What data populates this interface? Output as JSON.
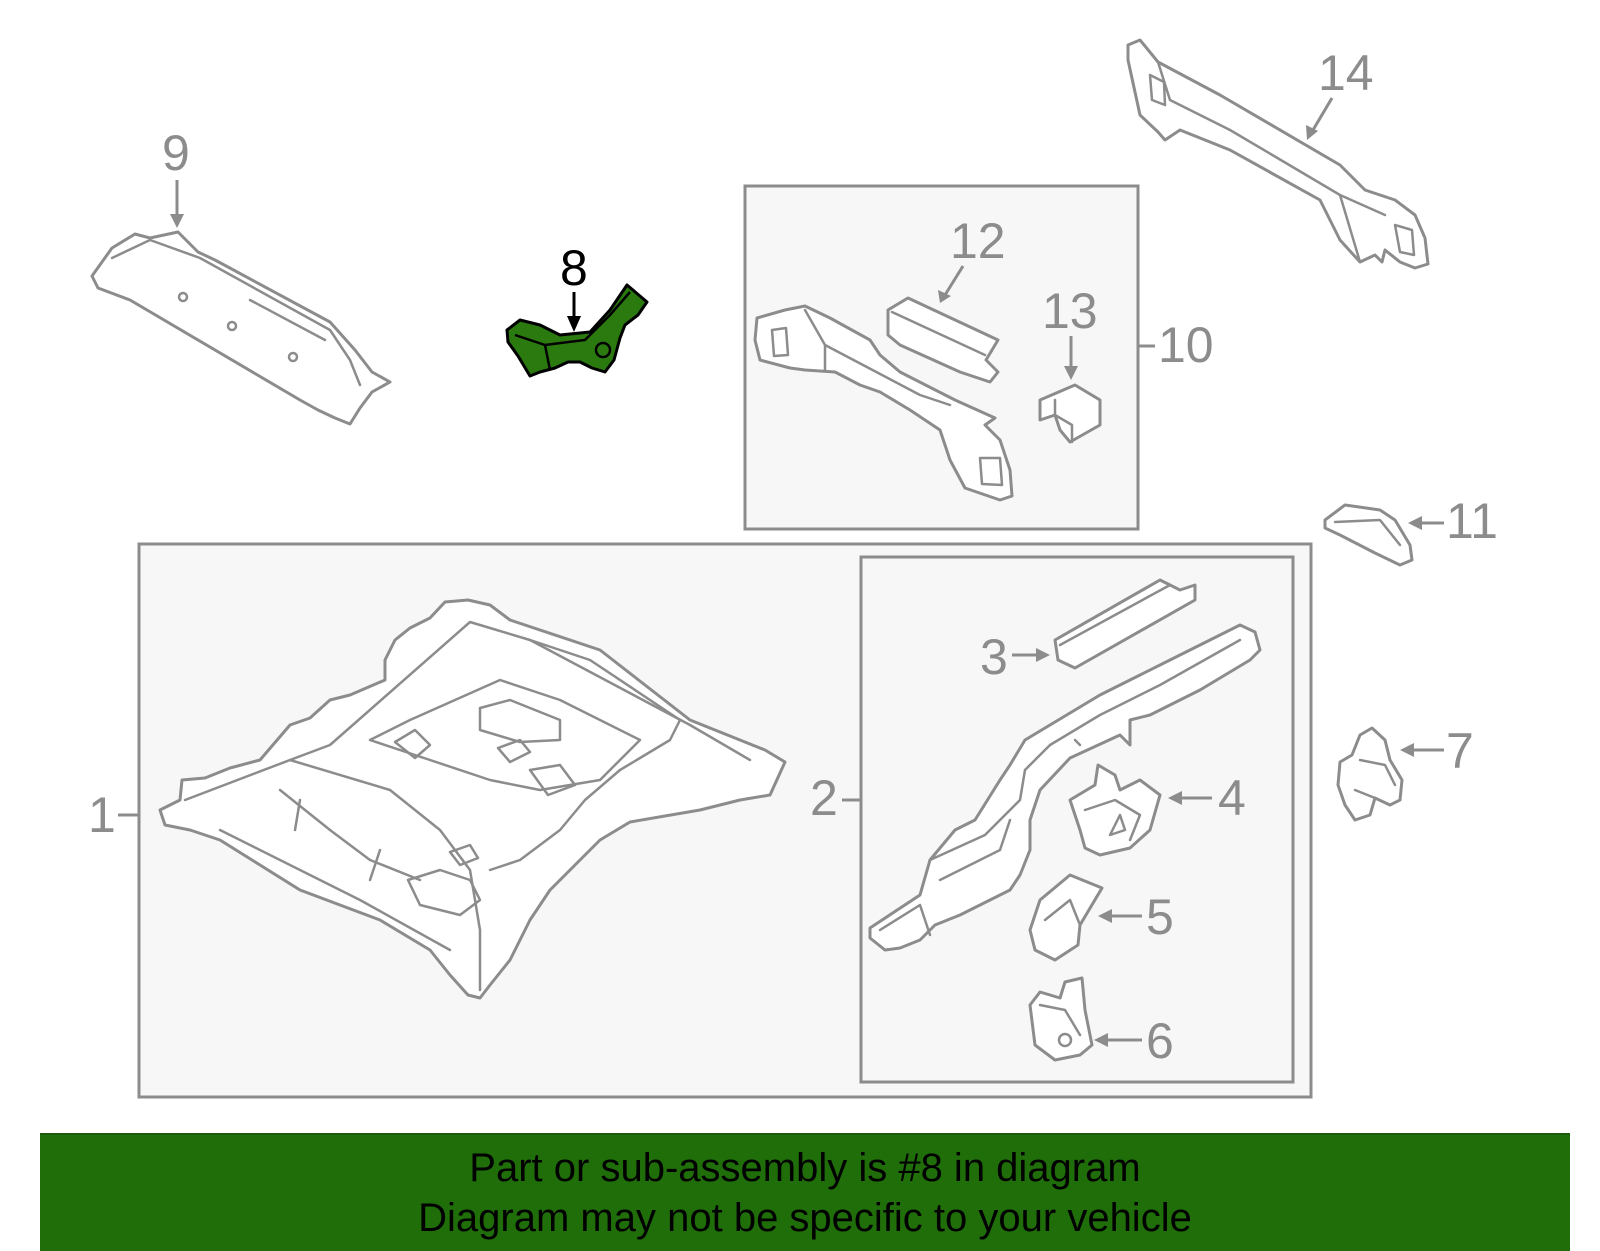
{
  "callouts": {
    "c1": "1",
    "c2": "2",
    "c3": "3",
    "c4": "4",
    "c5": "5",
    "c6": "6",
    "c7": "7",
    "c8": "8",
    "c9": "9",
    "c10": "10",
    "c11": "11",
    "c12": "12",
    "c13": "13",
    "c14": "14"
  },
  "highlighted_part": "8",
  "colors": {
    "highlight": "#2a7a10",
    "banner": "#1f6e0a",
    "line": "#8c8c8c"
  },
  "banner": {
    "line1": "Part or sub-assembly is #8 in diagram",
    "line2": "Diagram may not be specific to your vehicle"
  }
}
